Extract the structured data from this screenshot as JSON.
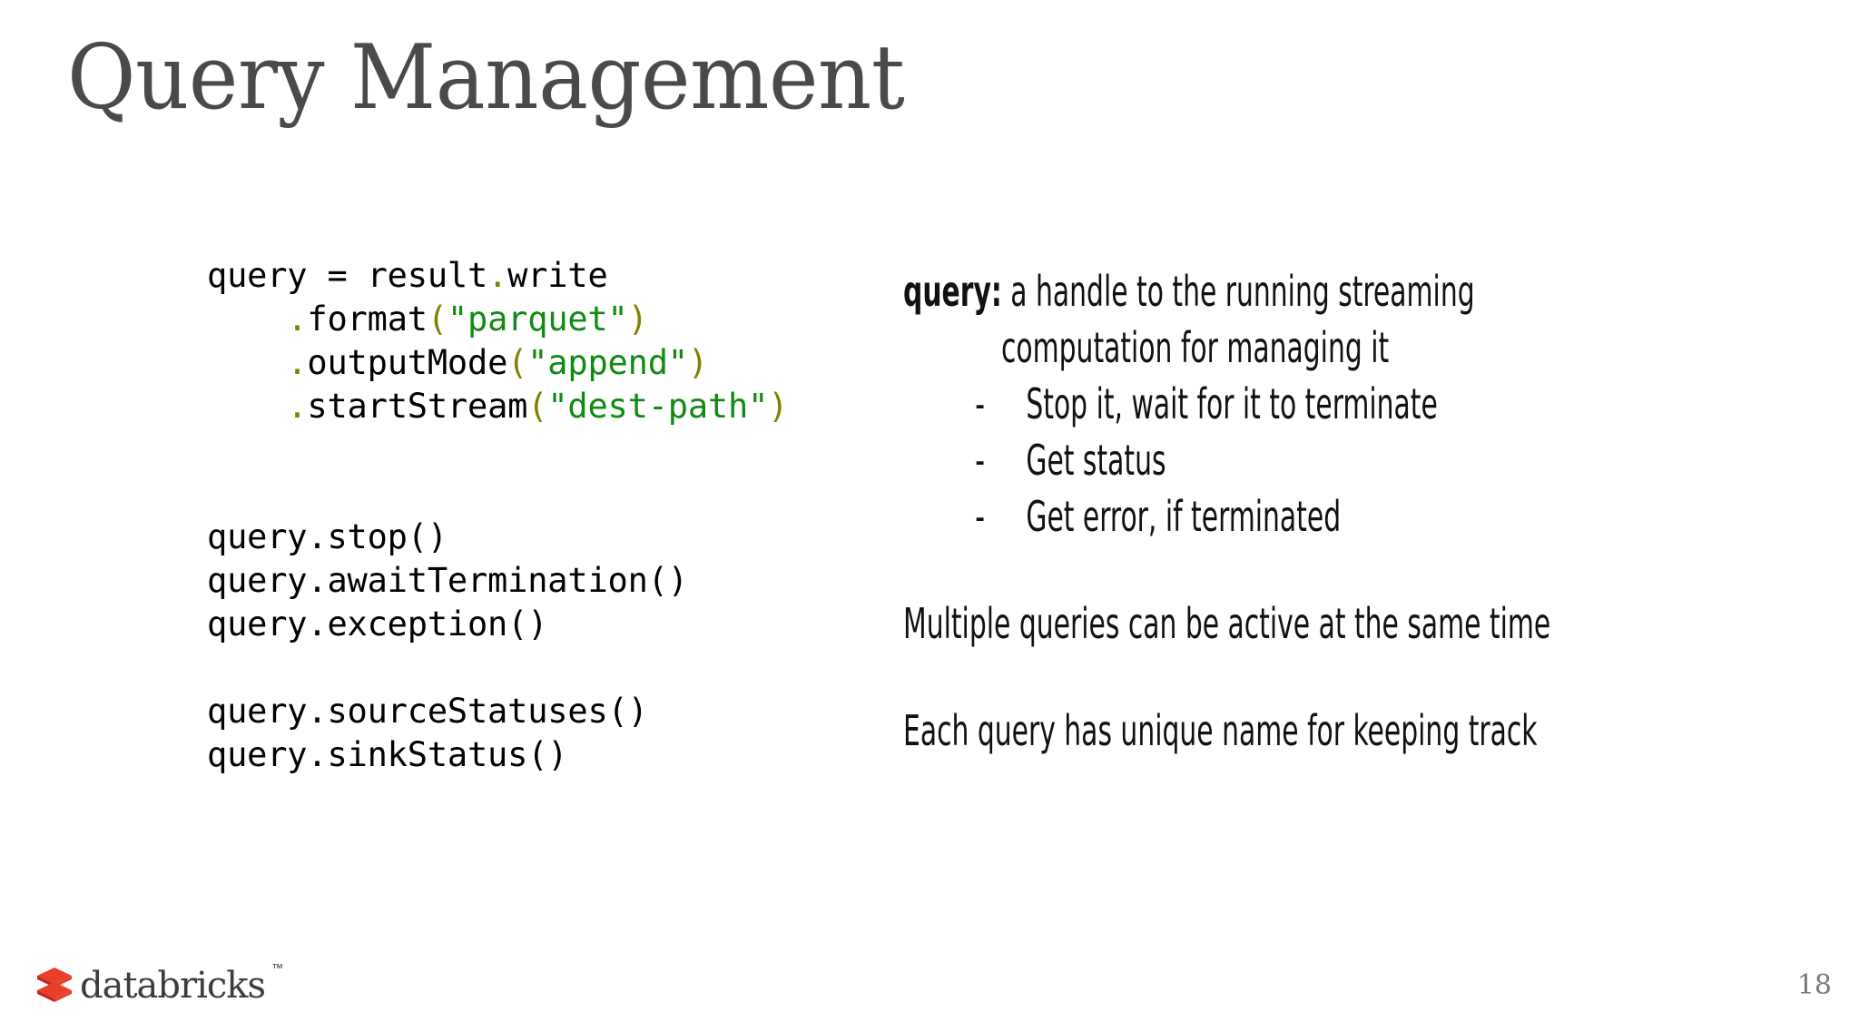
{
  "slide": {
    "title": "Query Management",
    "page_number": "18",
    "background_color": "#ffffff"
  },
  "code_block": {
    "language": "python",
    "colors": {
      "plain": "#000000",
      "punctuation": "#7f7f00",
      "string": "#128a12"
    },
    "lines": [
      {
        "tokens": [
          {
            "t": "query = result",
            "c": "plain"
          },
          {
            "t": ".",
            "c": "punct"
          },
          {
            "t": "write",
            "c": "plain"
          }
        ]
      },
      {
        "tokens": [
          {
            "t": "    ",
            "c": "plain"
          },
          {
            "t": ".",
            "c": "punct"
          },
          {
            "t": "format",
            "c": "plain"
          },
          {
            "t": "(",
            "c": "punct"
          },
          {
            "t": "\"parquet\"",
            "c": "string"
          },
          {
            "t": ")",
            "c": "punct"
          }
        ]
      },
      {
        "tokens": [
          {
            "t": "    ",
            "c": "plain"
          },
          {
            "t": ".",
            "c": "punct"
          },
          {
            "t": "outputMode",
            "c": "plain"
          },
          {
            "t": "(",
            "c": "punct"
          },
          {
            "t": "\"append\"",
            "c": "string"
          },
          {
            "t": ")",
            "c": "punct"
          }
        ]
      },
      {
        "tokens": [
          {
            "t": "    ",
            "c": "plain"
          },
          {
            "t": ".",
            "c": "punct"
          },
          {
            "t": "startStream",
            "c": "plain"
          },
          {
            "t": "(",
            "c": "punct"
          },
          {
            "t": "\"dest-path\"",
            "c": "string"
          },
          {
            "t": ")",
            "c": "punct"
          }
        ]
      },
      {
        "tokens": []
      },
      {
        "tokens": []
      },
      {
        "tokens": [
          {
            "t": "query.stop()",
            "c": "plain"
          }
        ]
      },
      {
        "tokens": [
          {
            "t": "query.awaitTermination()",
            "c": "plain"
          }
        ]
      },
      {
        "tokens": [
          {
            "t": "query.exception()",
            "c": "plain"
          }
        ]
      },
      {
        "tokens": []
      },
      {
        "tokens": [
          {
            "t": "query.sourceStatuses()",
            "c": "plain"
          }
        ]
      },
      {
        "tokens": [
          {
            "t": "query.sinkStatus()",
            "c": "plain"
          }
        ]
      }
    ]
  },
  "notes": {
    "definition": {
      "term": "query:",
      "line_1": " a handle to the running streaming",
      "line_2": "computation for managing it"
    },
    "bullets": [
      {
        "marker": "-",
        "text": "Stop it, wait for it to terminate"
      },
      {
        "marker": "-",
        "text": "Get status"
      },
      {
        "marker": "-",
        "text": "Get error, if terminated"
      }
    ],
    "paragraphs": [
      "Multiple queries can be active at the same time",
      "Each query has unique name for keeping track"
    ]
  },
  "brand": {
    "name": "databricks",
    "trademark": "™",
    "mark_color": "#e8402a",
    "mark_color_dark": "#c3271a",
    "wordmark_color": "#3c3c3c"
  }
}
